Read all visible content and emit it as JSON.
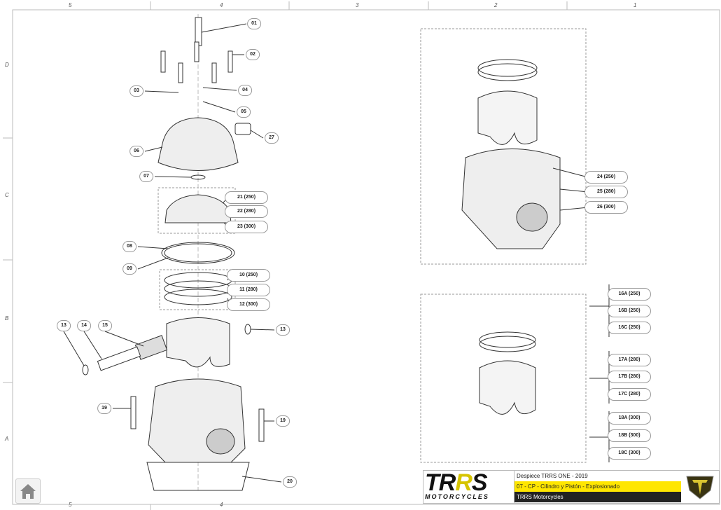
{
  "frame": {
    "columns": [
      "5",
      "4",
      "3",
      "2",
      "1"
    ],
    "rows": [
      "D",
      "C",
      "B",
      "A"
    ],
    "bottom_columns": [
      "5",
      "4"
    ]
  },
  "callouts": [
    "01",
    "02",
    "03",
    "04",
    "05",
    "27",
    "06",
    "07",
    "21 (250)",
    "22 (280)",
    "23 (300)",
    "08",
    "09",
    "10 (250)",
    "11 (280)",
    "12 (300)",
    "13",
    "14",
    "15",
    "13",
    "19",
    "19",
    "20",
    "24 (250)",
    "25 (280)",
    "26 (300)"
  ],
  "variants": [
    "16A (250)",
    "16B (250)",
    "16C (250)",
    "17A (280)",
    "17B (280)",
    "17C (280)",
    "18A (300)",
    "18B (300)",
    "18C (300)"
  ],
  "title_block": {
    "logo_text": "TRRS",
    "logo_subtext": "MOTORCYCLES",
    "line1": "Despiece TRRS ONE - 2019",
    "line2": "07 - CP - Cilindro y Pistón - Explosionado",
    "line3": "TRRS Motorcycles",
    "highlight_color": "#ffe600",
    "dark_color": "#222222"
  },
  "icons": {
    "home": "home-icon",
    "emblem": "trrs-shield-emblem"
  }
}
